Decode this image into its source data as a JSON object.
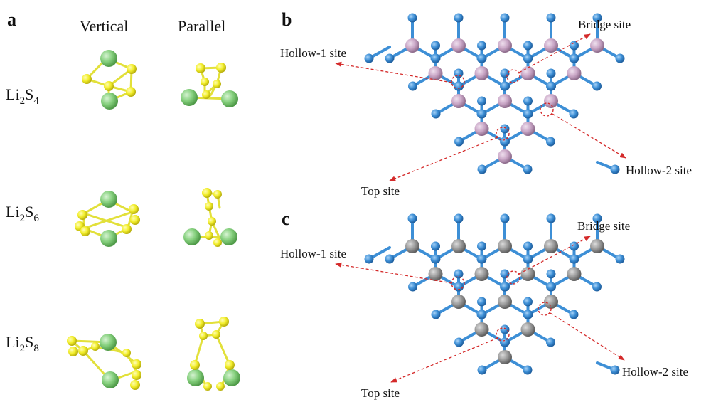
{
  "panel_a": {
    "letter": "a",
    "columns": [
      "Vertical",
      "Parallel"
    ],
    "rows": [
      {
        "base": "Li",
        "sub1": "2",
        "mid": "S",
        "sub2": "4"
      },
      {
        "base": "Li",
        "sub1": "2",
        "mid": "S",
        "sub2": "6"
      },
      {
        "base": "Li",
        "sub1": "2",
        "mid": "S",
        "sub2": "8"
      }
    ]
  },
  "panel_b": {
    "letter": "b",
    "labels": {
      "bridge": "Bridge site",
      "hollow1": "Hollow-1 site",
      "top": "Top site",
      "hollow2": "Hollow-2 site"
    },
    "metal_color": "#c9a6c6"
  },
  "panel_c": {
    "letter": "c",
    "labels": {
      "bridge": "Bridge site",
      "hollow1": "Hollow-1 site",
      "top": "Top site",
      "hollow2": "Hollow-2 site"
    },
    "metal_color": "#9a9a9a"
  },
  "colors": {
    "nitrogen": "#3d8fd6",
    "sulfur": "#f2ee2a",
    "lithium": "#84cf7c",
    "marker": "#d42a2a"
  }
}
